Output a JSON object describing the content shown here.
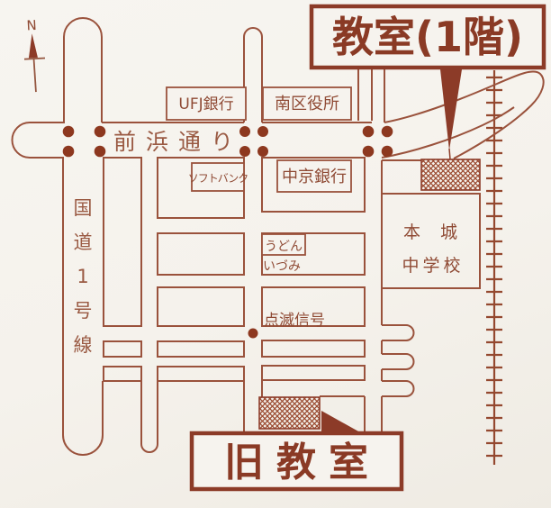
{
  "map": {
    "callouts": {
      "classroom": "教室(1階)",
      "old_classroom": "旧教室"
    },
    "streets": {
      "maehama": "前浜通り",
      "route1": "国道1号線"
    },
    "places": {
      "ufj_bank": "UFJ銀行",
      "minami_ward_office": "南区役所",
      "softbank": "ソフトバンク",
      "chukyo_bank": "中京銀行",
      "udon": "うどん",
      "izumi": "いづみ",
      "blinking_signal": "点滅信号",
      "school_line1": "本 城",
      "school_line2": "中学校"
    },
    "compass": {
      "north": "N"
    },
    "icons": {
      "railway": "railway-track",
      "signal_dots": "traffic-signal-dot",
      "hatch_areas": "destination-hatch"
    },
    "colors": {
      "line": "#9a523c",
      "dark_text": "#8c3b28",
      "dot": "#8d381f",
      "background": "#f5f2ec"
    }
  }
}
